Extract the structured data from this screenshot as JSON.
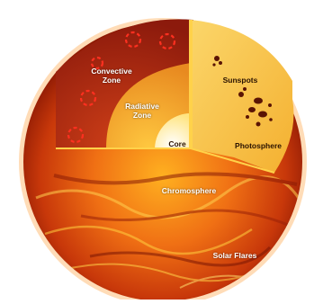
{
  "labels": {
    "convective_zone": "Convective\nZone",
    "radiative_zone": "Radiative\nZone",
    "core": "Core",
    "sunspots": "Sunspots",
    "photosphere": "Photosphere",
    "chromosphere": "Chromosphere",
    "solar_flares": "Solar Flares"
  },
  "colors": {
    "surface_outer": "#b32204",
    "surface_mid": "#e8550e",
    "surface_bright": "#ffb020",
    "convective": "#a01e10",
    "radiative": "#f0a428",
    "core": "#fff3c0",
    "photosphere": "#f8c04c",
    "cut_edge": "#ffd24a"
  }
}
